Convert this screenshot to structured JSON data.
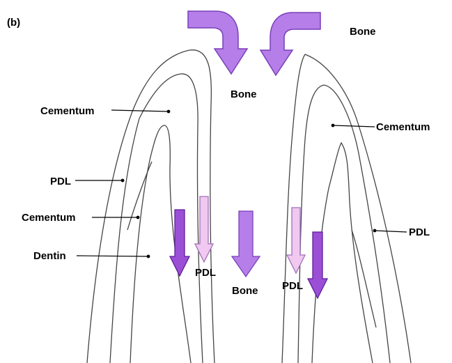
{
  "panel_label": "(b)",
  "labels": {
    "bone_top_right": "Bone",
    "bone_upper_center": "Bone",
    "cementum_left_upper": "Cementum",
    "cementum_right": "Cementum",
    "pdl_left": "PDL",
    "cementum_left_lower": "Cementum",
    "pdl_right": "PDL",
    "dentin": "Dentin",
    "pdl_center_left": "PDL",
    "bone_center": "Bone",
    "pdl_center_right": "PDL"
  },
  "colors": {
    "outline": "#444444",
    "leader": "#000000",
    "arrow_violet": "#b57ee8",
    "arrow_violet_stroke": "#7a3fb8",
    "arrow_dark": "#9a4fd6",
    "arrow_dark_stroke": "#5d1f99",
    "arrow_pink": "#f0c8f0",
    "arrow_pink_stroke": "#a070b8"
  }
}
